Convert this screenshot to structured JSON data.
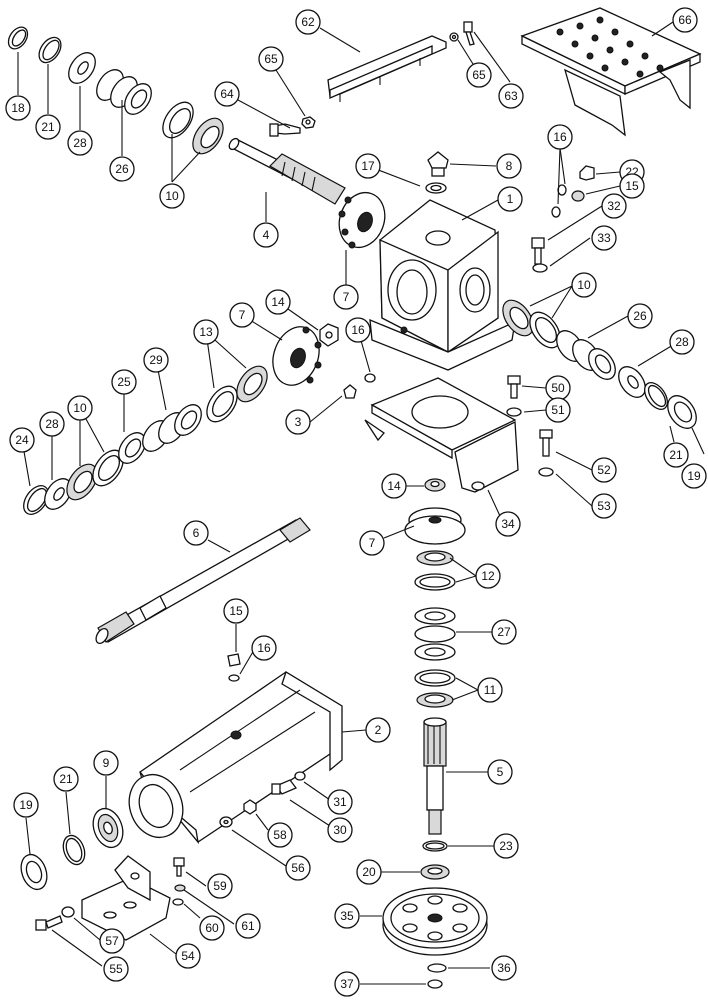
{
  "callouts": [
    {
      "id": "c18a",
      "label": "18"
    },
    {
      "id": "c21a",
      "label": "21"
    },
    {
      "id": "c28a",
      "label": "28"
    },
    {
      "id": "c26a",
      "label": "26"
    },
    {
      "id": "c10a",
      "label": "10"
    },
    {
      "id": "c64",
      "label": "64"
    },
    {
      "id": "c65a",
      "label": "65"
    },
    {
      "id": "c4",
      "label": "4"
    },
    {
      "id": "c62",
      "label": "62"
    },
    {
      "id": "c65b",
      "label": "65"
    },
    {
      "id": "c63",
      "label": "63"
    },
    {
      "id": "c66",
      "label": "66"
    },
    {
      "id": "c17",
      "label": "17"
    },
    {
      "id": "c8",
      "label": "8"
    },
    {
      "id": "c1",
      "label": "1"
    },
    {
      "id": "c16a",
      "label": "16"
    },
    {
      "id": "c22",
      "label": "22"
    },
    {
      "id": "c15a",
      "label": "15"
    },
    {
      "id": "c32",
      "label": "32"
    },
    {
      "id": "c33",
      "label": "33"
    },
    {
      "id": "c7a",
      "label": "7"
    },
    {
      "id": "c14a",
      "label": "14"
    },
    {
      "id": "c7b",
      "label": "7"
    },
    {
      "id": "c16b",
      "label": "16"
    },
    {
      "id": "c13",
      "label": "13"
    },
    {
      "id": "c3",
      "label": "3"
    },
    {
      "id": "c29",
      "label": "29"
    },
    {
      "id": "c25",
      "label": "25"
    },
    {
      "id": "c10b",
      "label": "10"
    },
    {
      "id": "c28b",
      "label": "28"
    },
    {
      "id": "c24",
      "label": "24"
    },
    {
      "id": "c10c",
      "label": "10"
    },
    {
      "id": "c26b",
      "label": "26"
    },
    {
      "id": "c28c",
      "label": "28"
    },
    {
      "id": "c50",
      "label": "50"
    },
    {
      "id": "c51",
      "label": "51"
    },
    {
      "id": "c52",
      "label": "52"
    },
    {
      "id": "c53",
      "label": "53"
    },
    {
      "id": "c21b",
      "label": "21"
    },
    {
      "id": "c19a",
      "label": "19"
    },
    {
      "id": "c34",
      "label": "34"
    },
    {
      "id": "c14b",
      "label": "14"
    },
    {
      "id": "c7c",
      "label": "7"
    },
    {
      "id": "c6",
      "label": "6"
    },
    {
      "id": "c12",
      "label": "12"
    },
    {
      "id": "c27",
      "label": "27"
    },
    {
      "id": "c15b",
      "label": "15"
    },
    {
      "id": "c16c",
      "label": "16"
    },
    {
      "id": "c11",
      "label": "11"
    },
    {
      "id": "c2",
      "label": "2"
    },
    {
      "id": "c5",
      "label": "5"
    },
    {
      "id": "c9",
      "label": "9"
    },
    {
      "id": "c21c",
      "label": "21"
    },
    {
      "id": "c19b",
      "label": "19"
    },
    {
      "id": "c31",
      "label": "31"
    },
    {
      "id": "c30",
      "label": "30"
    },
    {
      "id": "c58",
      "label": "58"
    },
    {
      "id": "c56",
      "label": "56"
    },
    {
      "id": "c23",
      "label": "23"
    },
    {
      "id": "c20",
      "label": "20"
    },
    {
      "id": "c59",
      "label": "59"
    },
    {
      "id": "c61",
      "label": "61"
    },
    {
      "id": "c60",
      "label": "60"
    },
    {
      "id": "c57",
      "label": "57"
    },
    {
      "id": "c54",
      "label": "54"
    },
    {
      "id": "c55",
      "label": "55"
    },
    {
      "id": "c35",
      "label": "35"
    },
    {
      "id": "c37",
      "label": "37"
    },
    {
      "id": "c36",
      "label": "36"
    }
  ]
}
